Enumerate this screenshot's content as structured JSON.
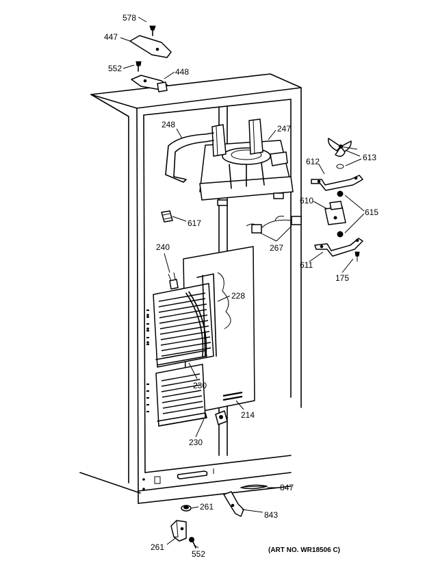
{
  "labels": {
    "p578": "578",
    "p447": "447",
    "p552a": "552",
    "p448": "448",
    "p248": "248",
    "p247": "247",
    "p613": "613",
    "p612": "612",
    "p615": "615",
    "p610": "610",
    "p617": "617",
    "p267": "267",
    "p611": "611",
    "p175": "175",
    "p240": "240",
    "p228": "228",
    "p230a": "230",
    "p214": "214",
    "p230b": "230",
    "p847": "847",
    "p261a": "261",
    "p843": "843",
    "p261b": "261",
    "p552b": "552"
  },
  "art_number": "(ART NO. WR18506 C)"
}
